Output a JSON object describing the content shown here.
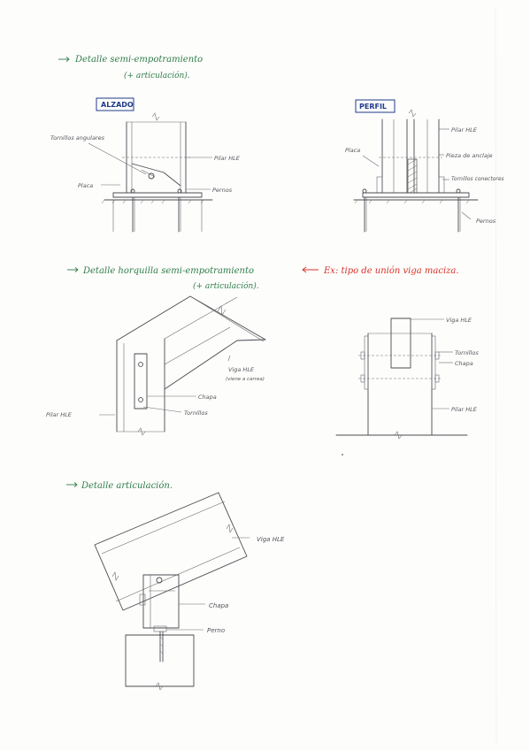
{
  "sections": {
    "s1": {
      "heading": "Detalle semi-empotramiento",
      "subheading": "(+ articulación).",
      "alzado": {
        "label": "ALZADO",
        "tornillos": "Tornillos angulares",
        "pilar": "Pilar HLE",
        "placa": "Placa",
        "pernos": "Pernos"
      },
      "perfil": {
        "label": "PERFIL",
        "pilar": "Pilar HLE",
        "placa": "Placa",
        "pieza": "Pieza de anclaje",
        "tornillos": "Tornillos conectores",
        "pernos": "Pernos"
      }
    },
    "s2": {
      "heading": "Detalle horquilla semi-empotramiento",
      "subheading": "(+ articulación).",
      "example": "Ex: tipo de unión viga maciza.",
      "left": {
        "viga": "Viga HLE",
        "viga_note": "(viene a carrea)",
        "chapa": "Chapa",
        "tornillos": "Tornillos",
        "pilar": "Pilar HLE"
      },
      "right": {
        "viga": "Viga HLE",
        "tornillos": "Tornillos",
        "chapa": "Chapa",
        "pilar": "Pilar HLE"
      }
    },
    "s3": {
      "heading": "Detalle articulación.",
      "viga": "Viga HLE",
      "chapa": "Chapa",
      "perno": "Perno"
    }
  },
  "colors": {
    "green": "#2f7d4a",
    "red": "#d7322a",
    "ink": "#4a4a52",
    "box": "#1f3b8a"
  }
}
